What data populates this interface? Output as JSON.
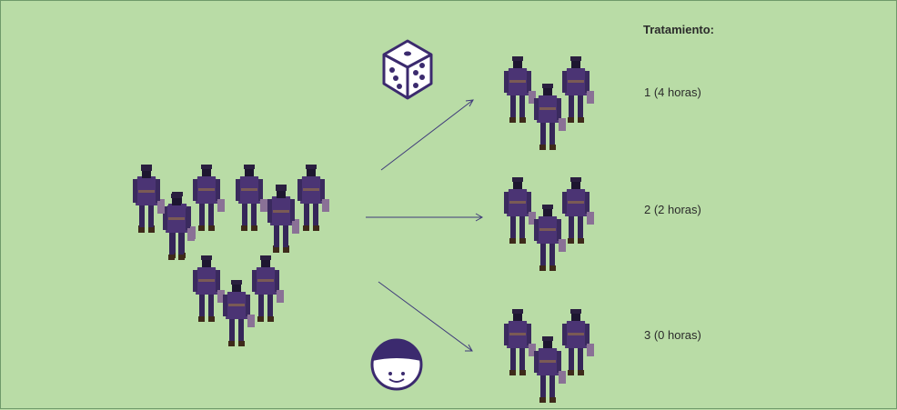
{
  "header": {
    "title": "Tratamiento:"
  },
  "treatments": [
    {
      "label": "1 (4 horas)"
    },
    {
      "label": "2 (2 horas)"
    },
    {
      "label": "3 (0 horas)"
    }
  ],
  "icons": {
    "randomizer": "dice-icon",
    "observer": "smiling-face-icon"
  },
  "colors": {
    "background": "#b9dca6",
    "ink": "#3b2a6e",
    "arrow": "#3f3a7a"
  }
}
